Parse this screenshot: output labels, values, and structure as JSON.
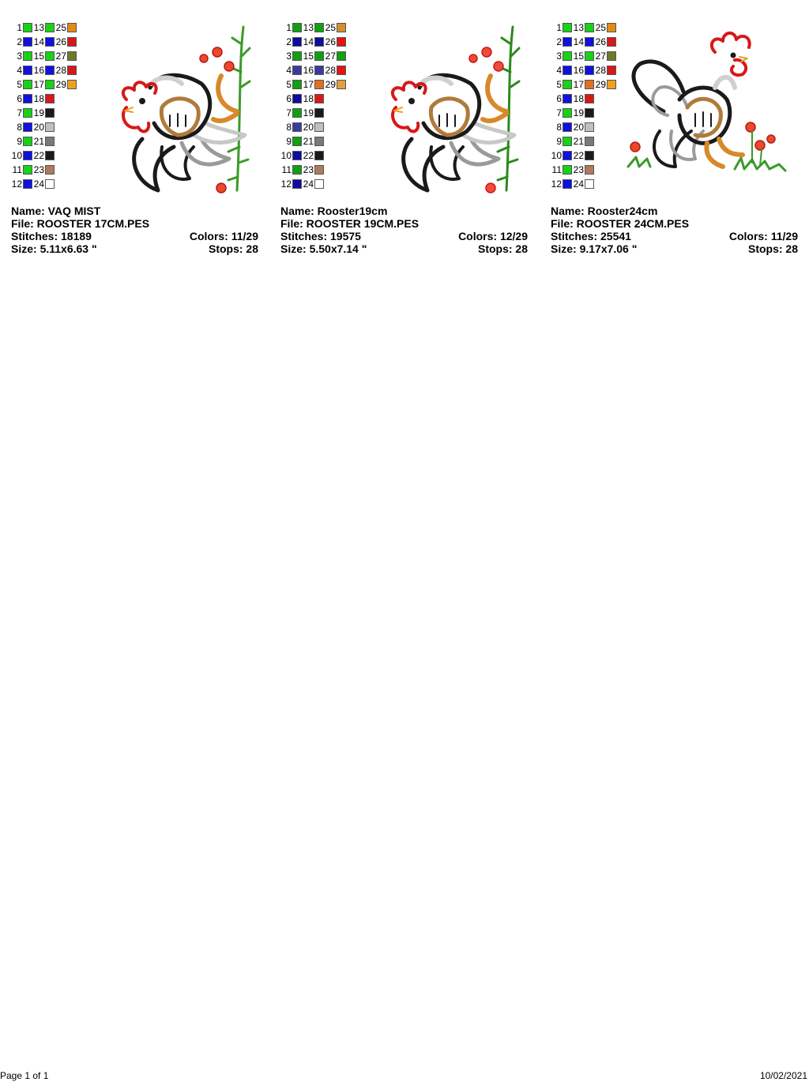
{
  "designs": [
    {
      "name": "Name: VAQ MIST",
      "file": "File: ROOSTER 17CM.PES",
      "stitches": "Stitches: 18189",
      "colors": "Colors: 11/29",
      "size": "Size: 5.11x6.63 \"",
      "stops": "Stops: 28",
      "palette": [
        {
          "n": "1",
          "c": "#17d217"
        },
        {
          "n": "2",
          "c": "#1010e0"
        },
        {
          "n": "3",
          "c": "#17d217"
        },
        {
          "n": "4",
          "c": "#1010e0"
        },
        {
          "n": "5",
          "c": "#17d217"
        },
        {
          "n": "6",
          "c": "#1010e0"
        },
        {
          "n": "7",
          "c": "#17d217"
        },
        {
          "n": "8",
          "c": "#1010e0"
        },
        {
          "n": "9",
          "c": "#17d217"
        },
        {
          "n": "10",
          "c": "#1010e0"
        },
        {
          "n": "11",
          "c": "#17d217"
        },
        {
          "n": "12",
          "c": "#1010e0"
        },
        {
          "n": "13",
          "c": "#17d217"
        },
        {
          "n": "14",
          "c": "#1010e0"
        },
        {
          "n": "15",
          "c": "#17d217"
        },
        {
          "n": "16",
          "c": "#1010e0"
        },
        {
          "n": "17",
          "c": "#17d217"
        },
        {
          "n": "18",
          "c": "#d81818"
        },
        {
          "n": "19",
          "c": "#1a1a1a"
        },
        {
          "n": "20",
          "c": "#c0c0c0"
        },
        {
          "n": "21",
          "c": "#7a7a7a"
        },
        {
          "n": "22",
          "c": "#1a1a1a"
        },
        {
          "n": "23",
          "c": "#b07a5a"
        },
        {
          "n": "24",
          "c": "#ffffff"
        },
        {
          "n": "25",
          "c": "#e08a1a"
        },
        {
          "n": "26",
          "c": "#d81818"
        },
        {
          "n": "27",
          "c": "#6b7a2a"
        },
        {
          "n": "28",
          "c": "#d81818"
        },
        {
          "n": "29",
          "c": "#f0a020"
        }
      ]
    },
    {
      "name": "Name: Rooster19cm",
      "file": "File: ROOSTER 19CM.PES",
      "stitches": "Stitches: 19575",
      "colors": "Colors: 12/29",
      "size": "Size: 5.50x7.14 \"",
      "stops": "Stops: 28",
      "palette": [
        {
          "n": "1",
          "c": "#10a010"
        },
        {
          "n": "2",
          "c": "#0c0ca0"
        },
        {
          "n": "3",
          "c": "#10a010"
        },
        {
          "n": "4",
          "c": "#3a3aa0"
        },
        {
          "n": "5",
          "c": "#10a010"
        },
        {
          "n": "6",
          "c": "#0c0ca0"
        },
        {
          "n": "7",
          "c": "#10a010"
        },
        {
          "n": "8",
          "c": "#3a3aa0"
        },
        {
          "n": "9",
          "c": "#10a010"
        },
        {
          "n": "10",
          "c": "#0c0ca0"
        },
        {
          "n": "11",
          "c": "#10a010"
        },
        {
          "n": "12",
          "c": "#0c0ca0"
        },
        {
          "n": "13",
          "c": "#10a010"
        },
        {
          "n": "14",
          "c": "#0c0ca0"
        },
        {
          "n": "15",
          "c": "#10a010"
        },
        {
          "n": "16",
          "c": "#3a3aa0"
        },
        {
          "n": "17",
          "c": "#e07020"
        },
        {
          "n": "18",
          "c": "#d81818"
        },
        {
          "n": "19",
          "c": "#1a1a1a"
        },
        {
          "n": "20",
          "c": "#c0c0c0"
        },
        {
          "n": "21",
          "c": "#7a7a7a"
        },
        {
          "n": "22",
          "c": "#1a1a1a"
        },
        {
          "n": "23",
          "c": "#b07a5a"
        },
        {
          "n": "24",
          "c": "#ffffff"
        },
        {
          "n": "25",
          "c": "#d09030"
        },
        {
          "n": "26",
          "c": "#e81010"
        },
        {
          "n": "27",
          "c": "#10a010"
        },
        {
          "n": "28",
          "c": "#e81010"
        },
        {
          "n": "29",
          "c": "#e0a040"
        }
      ]
    },
    {
      "name": "Name: Rooster24cm",
      "file": "File: ROOSTER 24CM.PES",
      "stitches": "Stitches: 25541",
      "colors": "Colors: 11/29",
      "size": "Size: 9.17x7.06 \"",
      "stops": "Stops: 28",
      "palette": [
        {
          "n": "1",
          "c": "#17d217"
        },
        {
          "n": "2",
          "c": "#1010e0"
        },
        {
          "n": "3",
          "c": "#17d217"
        },
        {
          "n": "4",
          "c": "#1010e0"
        },
        {
          "n": "5",
          "c": "#17d217"
        },
        {
          "n": "6",
          "c": "#1010e0"
        },
        {
          "n": "7",
          "c": "#17d217"
        },
        {
          "n": "8",
          "c": "#1010e0"
        },
        {
          "n": "9",
          "c": "#17d217"
        },
        {
          "n": "10",
          "c": "#1010e0"
        },
        {
          "n": "11",
          "c": "#17d217"
        },
        {
          "n": "12",
          "c": "#1010e0"
        },
        {
          "n": "13",
          "c": "#17d217"
        },
        {
          "n": "14",
          "c": "#1010e0"
        },
        {
          "n": "15",
          "c": "#17d217"
        },
        {
          "n": "16",
          "c": "#1010e0"
        },
        {
          "n": "17",
          "c": "#e07020"
        },
        {
          "n": "18",
          "c": "#d81818"
        },
        {
          "n": "19",
          "c": "#1a1a1a"
        },
        {
          "n": "20",
          "c": "#c0c0c0"
        },
        {
          "n": "21",
          "c": "#7a7a7a"
        },
        {
          "n": "22",
          "c": "#1a1a1a"
        },
        {
          "n": "23",
          "c": "#b07a5a"
        },
        {
          "n": "24",
          "c": "#ffffff"
        },
        {
          "n": "25",
          "c": "#e08a1a"
        },
        {
          "n": "26",
          "c": "#d81818"
        },
        {
          "n": "27",
          "c": "#6b7a2a"
        },
        {
          "n": "28",
          "c": "#d81818"
        },
        {
          "n": "29",
          "c": "#f0a020"
        }
      ]
    }
  ],
  "footer": {
    "page": "Page 1 of 1",
    "date": "10/02/2021"
  }
}
